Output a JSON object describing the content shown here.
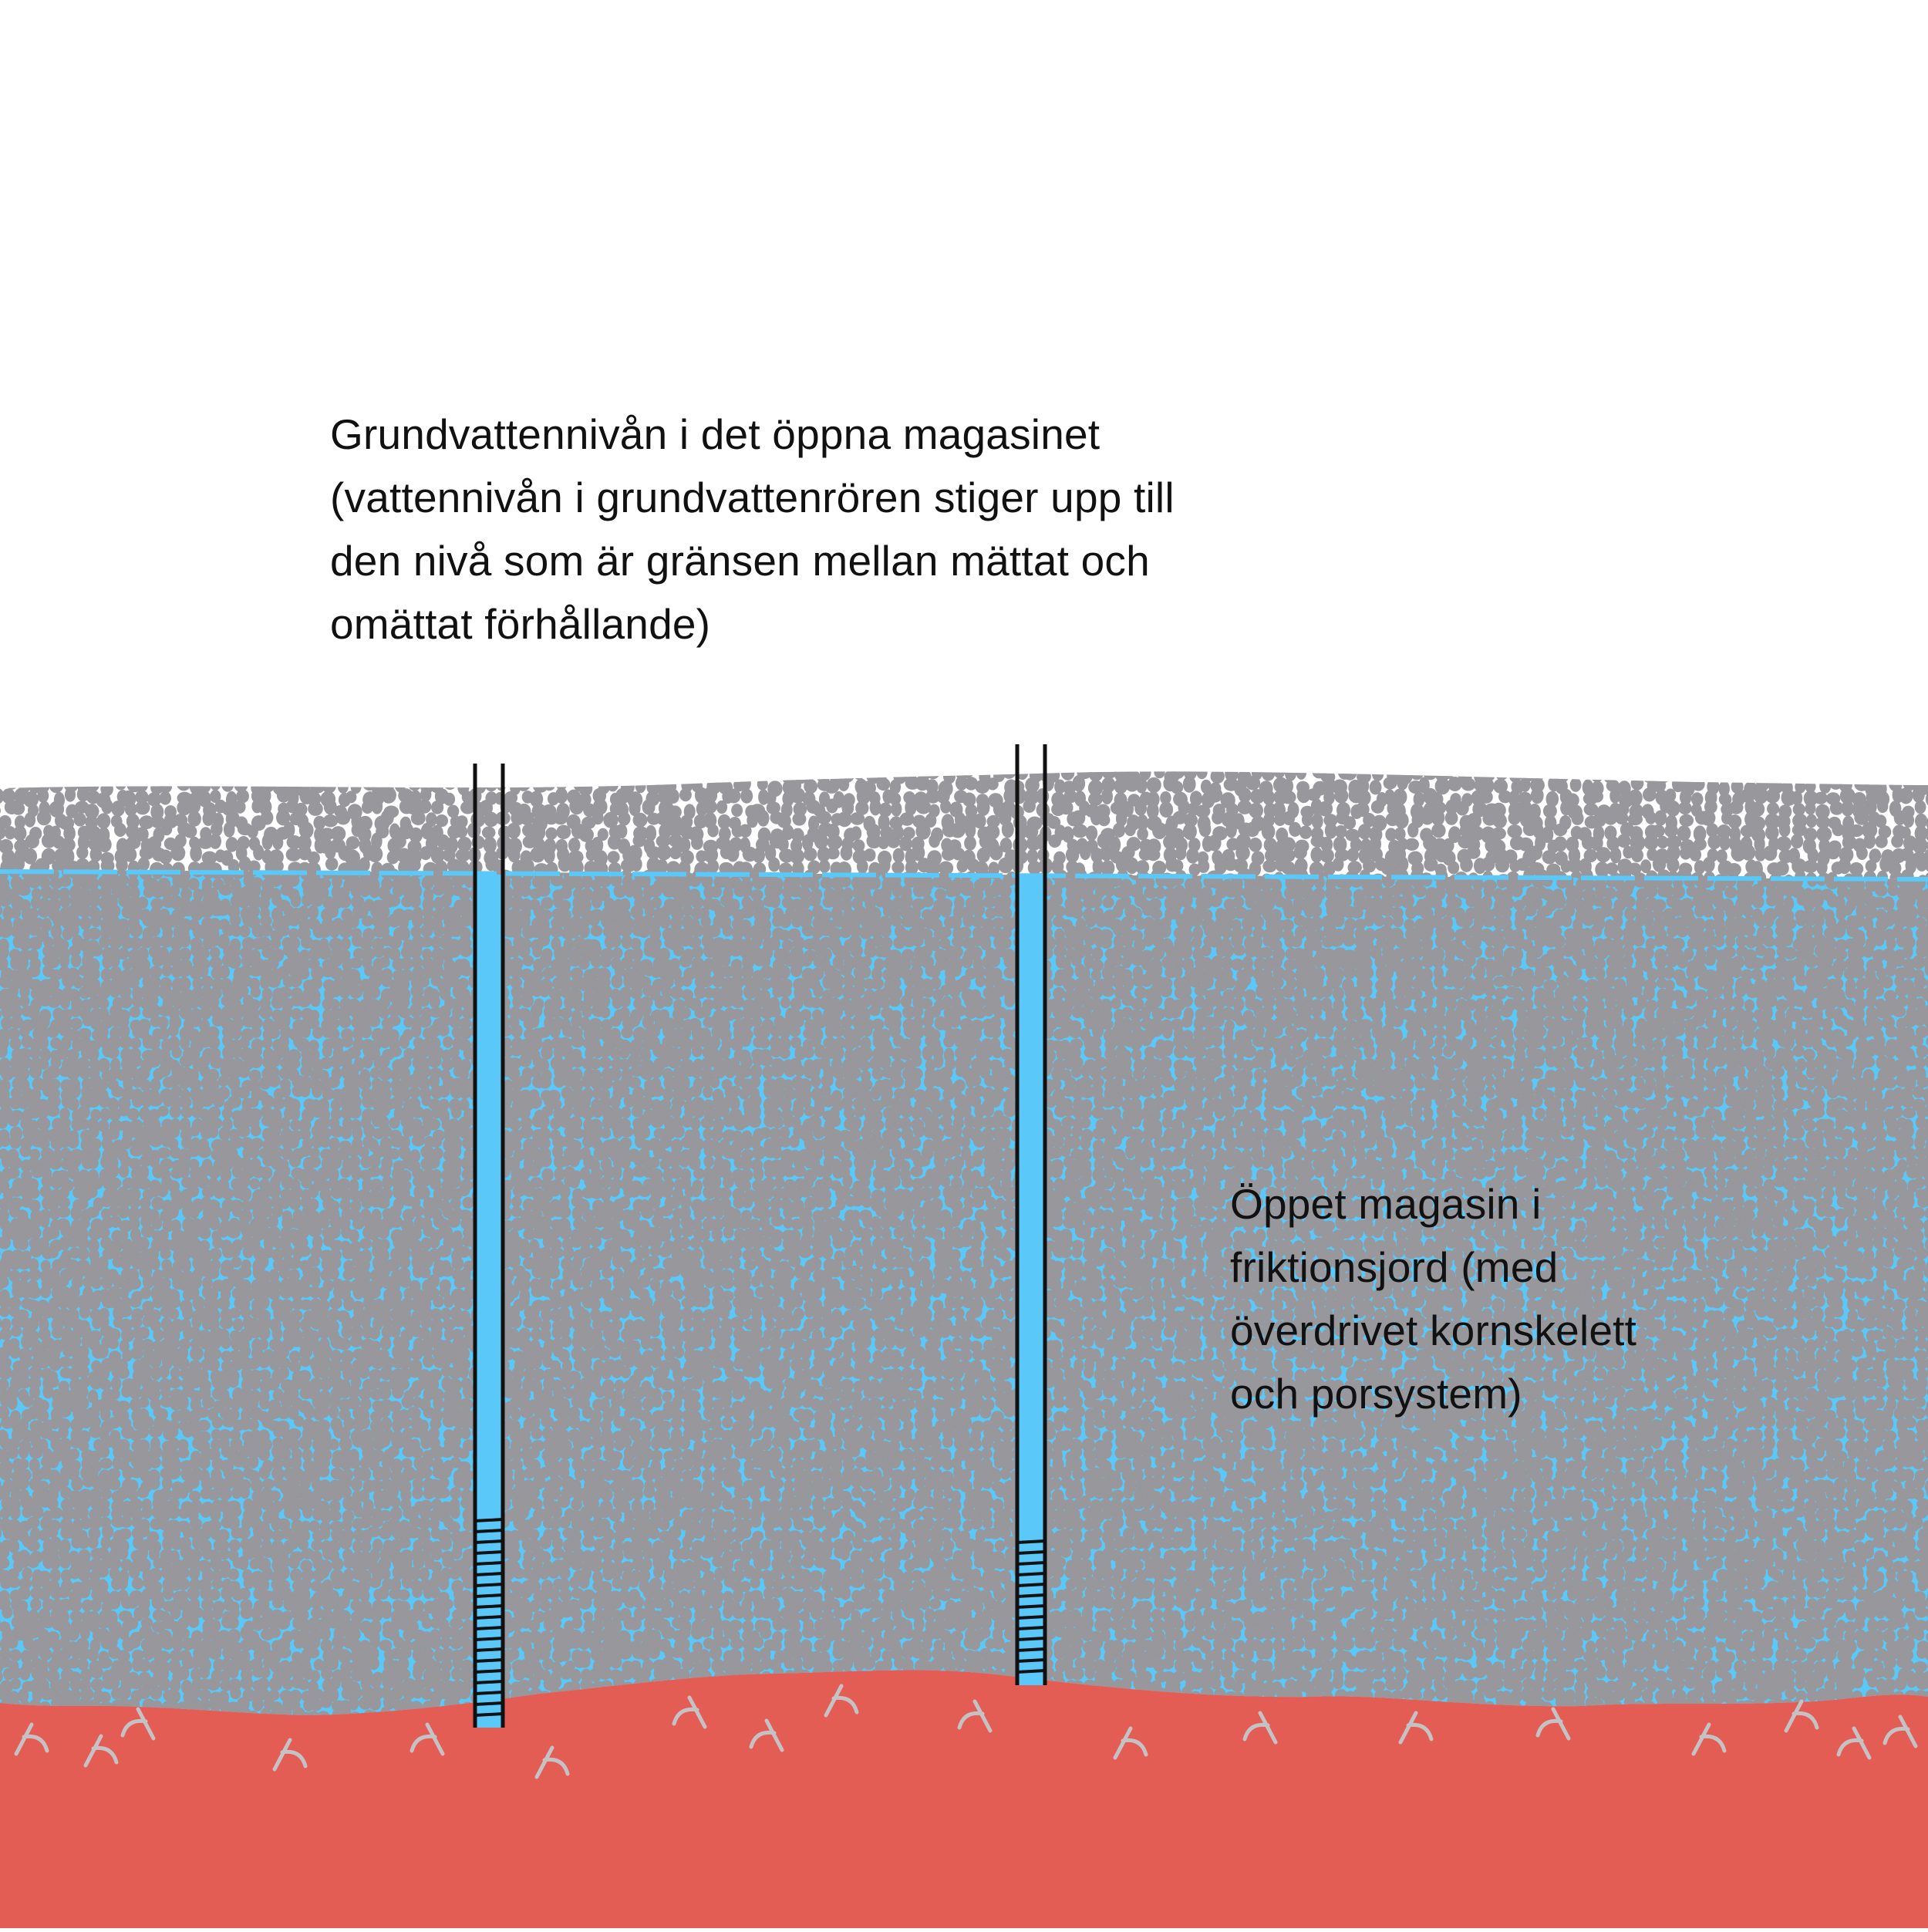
{
  "labels": {
    "water_table": [
      "Grundvattennivån i det öppna magasinet",
      "(vattennivån i grundvattenrören stiger upp till",
      "den nivå som är gränsen mellan mättat och",
      "omättat förhållande)"
    ],
    "aquifer": [
      "Öppet magasin i",
      "friktionsjord (med",
      "överdrivet kornskelett",
      "och porsystem)"
    ]
  },
  "colors": {
    "background": "#ffffff",
    "gravel": "#98979b",
    "water": "#5ac8f8",
    "bedrock": "#e45d54",
    "bedrock_mark": "#c4c2c4",
    "pipe_outline": "#111111",
    "text": "#111111"
  },
  "layers": [
    {
      "name": "unsaturated-zone",
      "pattern": "coarse-gravel"
    },
    {
      "name": "saturated-aquifer",
      "pattern": "gravel-in-water"
    },
    {
      "name": "bedrock",
      "pattern": "solid-with-marks"
    }
  ],
  "wells": [
    {
      "name": "groundwater-pipe-1",
      "screen": "slotted-bottom"
    },
    {
      "name": "groundwater-pipe-2",
      "screen": "slotted-bottom"
    }
  ]
}
